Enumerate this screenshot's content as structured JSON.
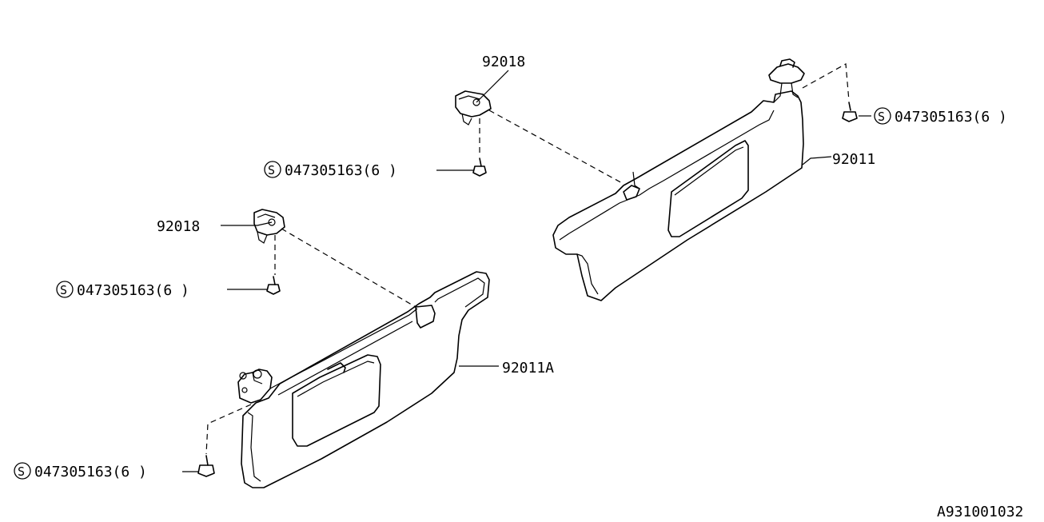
{
  "diagram": {
    "figure_code": "A931001032",
    "callouts": {
      "visor_right": "92011",
      "visor_left": "92011A",
      "hook_upper": "92018",
      "hook_lower": "92018",
      "screw_prefix": "S",
      "screw_right": "047305163(6 )",
      "screw_upper_hook": "047305163(6 )",
      "screw_lower_hook": "047305163(6 )",
      "screw_left": "047305163(6 )"
    }
  }
}
